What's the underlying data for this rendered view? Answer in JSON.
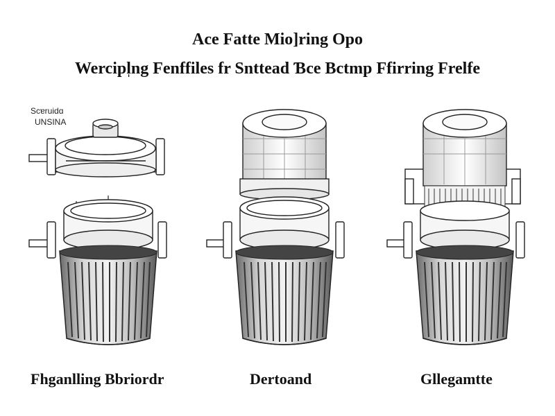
{
  "header": {
    "title_line1": "Ace Fatte Mio]ring Opo",
    "title_line2": "Wercipl̩ng Fenffiles fr Snttead Ɓce Bctmp Ffirring Frelfe"
  },
  "annotation": {
    "line1": "Scɐruidɑ",
    "line2": "UNSINA"
  },
  "captions": [
    "Fhganlling Bbriordr",
    "Dertoand",
    "Gllegamtte"
  ]
}
